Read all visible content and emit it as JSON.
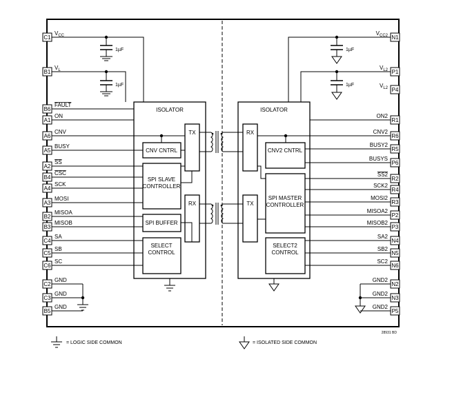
{
  "left_pins": [
    {
      "pin": "C1",
      "label": "V",
      "sub": "CC"
    },
    {
      "pin": "B1",
      "label": "V",
      "sub": "L"
    },
    {
      "pin": "B6",
      "label": "FAULT",
      "over": true
    },
    {
      "pin": "A1",
      "label": "ON"
    },
    {
      "pin": "A6",
      "label": "CNV"
    },
    {
      "pin": "A5",
      "label": "BUSY"
    },
    {
      "pin": "A2",
      "label": "SS",
      "over": true
    },
    {
      "pin": "B4",
      "label": "CSC",
      "over": true
    },
    {
      "pin": "A4",
      "label": "SCK"
    },
    {
      "pin": "A3",
      "label": "MOSI"
    },
    {
      "pin": "B2",
      "label": "MISOA"
    },
    {
      "pin": "B3",
      "label": "MISOB"
    },
    {
      "pin": "C4",
      "label": "SA"
    },
    {
      "pin": "C5",
      "label": "SB"
    },
    {
      "pin": "C6",
      "label": "SC"
    },
    {
      "pin": "C2",
      "label": "GND"
    },
    {
      "pin": "C3",
      "label": "GND"
    },
    {
      "pin": "B5",
      "label": "GND"
    }
  ],
  "right_pins": [
    {
      "pin": "N1",
      "label": "V",
      "sub": "CC2"
    },
    {
      "pin": "P1",
      "label": "V",
      "sub": "L2"
    },
    {
      "pin": "P4",
      "label": "V",
      "sub": "L2"
    },
    {
      "pin": "R1",
      "label": "ON2"
    },
    {
      "pin": "R6",
      "label": "CNV2"
    },
    {
      "pin": "R5",
      "label": "BUSY2"
    },
    {
      "pin": "P6",
      "label": "BUSYS"
    },
    {
      "pin": "R2",
      "label": "SS2",
      "over": true
    },
    {
      "pin": "R4",
      "label": "SCK2"
    },
    {
      "pin": "R3",
      "label": "MOSI2"
    },
    {
      "pin": "P2",
      "label": "MISOA2"
    },
    {
      "pin": "P3",
      "label": "MISOB2"
    },
    {
      "pin": "N4",
      "label": "SA2"
    },
    {
      "pin": "N5",
      "label": "SB2"
    },
    {
      "pin": "N6",
      "label": "SC2"
    },
    {
      "pin": "N2",
      "label": "GND2"
    },
    {
      "pin": "N3",
      "label": "GND2"
    },
    {
      "pin": "P5",
      "label": "GND2"
    }
  ],
  "caps": [
    "1µF",
    "1µF",
    "1µF",
    "1µF"
  ],
  "blocks": {
    "isolator_left": "ISOLATOR",
    "isolator_right": "ISOLATOR",
    "cnv_cntrl": "CNV CNTRL",
    "spi_slave": [
      "SPI SLAVE",
      "CONTROLLER"
    ],
    "spi_buffer": "SPI BUFFER",
    "select": [
      "SELECT",
      "CONTROL"
    ],
    "cnv2_cntrl": "CNV2 CNTRL",
    "spi_master": [
      "SPI MASTER",
      "CONTROLLER"
    ],
    "select2": [
      "SELECT2",
      "CONTROL"
    ],
    "tx_left": "TX",
    "rx_left": "RX",
    "rx_right": "RX",
    "tx_right": "TX"
  },
  "legend": {
    "logic": "= LOGIC SIDE COMMON",
    "isolated": "= ISOLATED SIDE COMMON"
  },
  "figure_code": "28931 BD"
}
